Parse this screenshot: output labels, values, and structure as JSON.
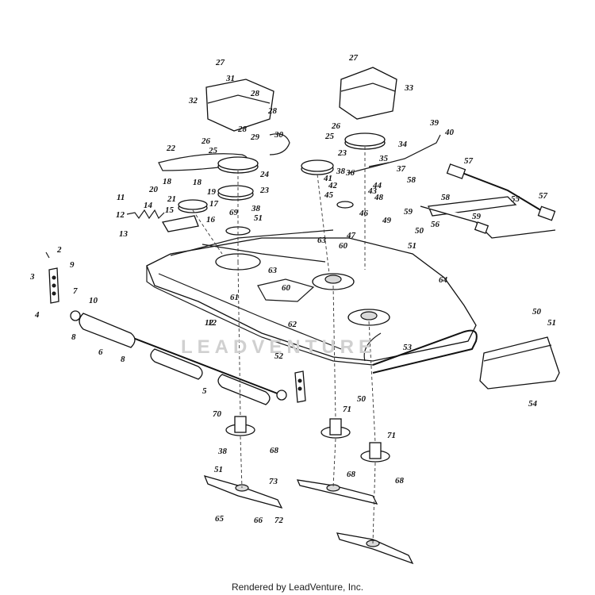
{
  "diagram": {
    "watermark": "LEADVENTURE",
    "footer": "Rendered by LeadVenture, Inc.",
    "callouts": [
      {
        "id": "c1",
        "text": "2"
      },
      {
        "id": "c2",
        "text": "3"
      },
      {
        "id": "c3",
        "text": "9"
      },
      {
        "id": "c4",
        "text": "4"
      },
      {
        "id": "c5",
        "text": "7"
      },
      {
        "id": "c6",
        "text": "10"
      },
      {
        "id": "c7",
        "text": "8"
      },
      {
        "id": "c8",
        "text": "6"
      },
      {
        "id": "c9",
        "text": "8"
      },
      {
        "id": "c10",
        "text": "5"
      },
      {
        "id": "c11",
        "text": "12"
      },
      {
        "id": "c12",
        "text": "11"
      },
      {
        "id": "c13",
        "text": "12"
      },
      {
        "id": "c14",
        "text": "14"
      },
      {
        "id": "c15",
        "text": "13"
      },
      {
        "id": "c16",
        "text": "15"
      },
      {
        "id": "c17",
        "text": "16"
      },
      {
        "id": "c18",
        "text": "20"
      },
      {
        "id": "c19",
        "text": "18"
      },
      {
        "id": "c20",
        "text": "18"
      },
      {
        "id": "c21",
        "text": "19"
      },
      {
        "id": "c22",
        "text": "21"
      },
      {
        "id": "c23",
        "text": "17"
      },
      {
        "id": "c24",
        "text": "22"
      },
      {
        "id": "c25",
        "text": "24"
      },
      {
        "id": "c26",
        "text": "23"
      },
      {
        "id": "c27",
        "text": "25"
      },
      {
        "id": "c28",
        "text": "26"
      },
      {
        "id": "c29",
        "text": "27"
      },
      {
        "id": "c30",
        "text": "31"
      },
      {
        "id": "c31",
        "text": "28"
      },
      {
        "id": "c32",
        "text": "28"
      },
      {
        "id": "c33",
        "text": "32"
      },
      {
        "id": "c34",
        "text": "28"
      },
      {
        "id": "c35",
        "text": "29"
      },
      {
        "id": "c36",
        "text": "30"
      },
      {
        "id": "c37",
        "text": "69"
      },
      {
        "id": "c38",
        "text": "38"
      },
      {
        "id": "c39",
        "text": "51"
      },
      {
        "id": "c40",
        "text": "27"
      },
      {
        "id": "c41",
        "text": "33"
      },
      {
        "id": "c42",
        "text": "26"
      },
      {
        "id": "c43",
        "text": "25"
      },
      {
        "id": "c44",
        "text": "23"
      },
      {
        "id": "c45",
        "text": "34"
      },
      {
        "id": "c46",
        "text": "39"
      },
      {
        "id": "c47",
        "text": "40"
      },
      {
        "id": "c48",
        "text": "35"
      },
      {
        "id": "c49",
        "text": "37"
      },
      {
        "id": "c50",
        "text": "36"
      },
      {
        "id": "c51",
        "text": "38"
      },
      {
        "id": "c52",
        "text": "41"
      },
      {
        "id": "c53",
        "text": "42"
      },
      {
        "id": "c54",
        "text": "44"
      },
      {
        "id": "c55",
        "text": "43"
      },
      {
        "id": "c56",
        "text": "45"
      },
      {
        "id": "c57",
        "text": "48"
      },
      {
        "id": "c58",
        "text": "46"
      },
      {
        "id": "c59",
        "text": "47"
      },
      {
        "id": "c60",
        "text": "58"
      },
      {
        "id": "c61",
        "text": "57"
      },
      {
        "id": "c62",
        "text": "55"
      },
      {
        "id": "c63",
        "text": "58"
      },
      {
        "id": "c64",
        "text": "57"
      },
      {
        "id": "c65",
        "text": "59"
      },
      {
        "id": "c66",
        "text": "59"
      },
      {
        "id": "c67",
        "text": "56"
      },
      {
        "id": "c68",
        "text": "49"
      },
      {
        "id": "c69",
        "text": "50"
      },
      {
        "id": "c70",
        "text": "51"
      },
      {
        "id": "c71",
        "text": "63"
      },
      {
        "id": "c72",
        "text": "60"
      },
      {
        "id": "c73",
        "text": "64"
      },
      {
        "id": "c74",
        "text": "63"
      },
      {
        "id": "c75",
        "text": "60"
      },
      {
        "id": "c76",
        "text": "61"
      },
      {
        "id": "c77",
        "text": "62"
      },
      {
        "id": "c78",
        "text": "12"
      },
      {
        "id": "c79",
        "text": "52"
      },
      {
        "id": "c80",
        "text": "53"
      },
      {
        "id": "c81",
        "text": "50"
      },
      {
        "id": "c82",
        "text": "51"
      },
      {
        "id": "c83",
        "text": "54"
      },
      {
        "id": "c84",
        "text": "50"
      },
      {
        "id": "c85",
        "text": "70"
      },
      {
        "id": "c86",
        "text": "71"
      },
      {
        "id": "c87",
        "text": "71"
      },
      {
        "id": "c88",
        "text": "68"
      },
      {
        "id": "c89",
        "text": "38"
      },
      {
        "id": "c90",
        "text": "51"
      },
      {
        "id": "c91",
        "text": "73"
      },
      {
        "id": "c92",
        "text": "68"
      },
      {
        "id": "c93",
        "text": "68"
      },
      {
        "id": "c94",
        "text": "65"
      },
      {
        "id": "c95",
        "text": "66"
      },
      {
        "id": "c96",
        "text": "72"
      }
    ]
  }
}
